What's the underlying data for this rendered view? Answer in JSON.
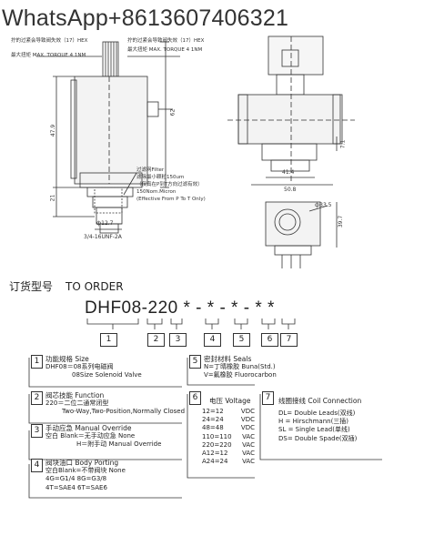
{
  "watermark": "WhatsApp+8613607406321",
  "drawing": {
    "callout_left": [
      "拧的过紧会导致阀失效（17）HEX",
      "最大扭矩 MAX. TORQUE 4 1NM"
    ],
    "callout_right": [
      "拧的过紧会导致阀失效（17）HEX",
      "最大扭矩 MAX. TORQUE 4 1NM"
    ],
    "filter_note": [
      "过滤网Filter",
      "滤除最小颗粒150um",
      "（仅真在P到T方向过滤有效）",
      "150Nom.Micron",
      "(Effective From P To T Only)"
    ],
    "dim_47_9": "47.9",
    "dim_62": "62",
    "dim_21": "21",
    "dim_d12_7": "ф12.7",
    "thread": "3/4-16UNF-2A",
    "dim_41_4": "41.4",
    "dim_50_8": "50.8",
    "dim_7_1": "7.1",
    "dim_d33_5": "ф33.5",
    "dim_39_7": "39.7"
  },
  "order": {
    "title_cn": "订货型号",
    "title_en": "TO ORDER",
    "code": "DHF08-220 * - * - * - * *",
    "boxes": [
      "1",
      "2",
      "3",
      "4",
      "5",
      "6",
      "7"
    ]
  },
  "sections": {
    "s1": {
      "num": "1",
      "title": "功能规格 Size",
      "lines": [
        "DHF08＝08系列电磁阀",
        "08Size Solenoid Valve"
      ]
    },
    "s2": {
      "num": "2",
      "title": "阀芯技能 Function",
      "lines": [
        "220＝二位二通常闭型",
        "Two-Way,Two-Position,Normally Closed"
      ]
    },
    "s3": {
      "num": "3",
      "title": "手动应急 Manual Override",
      "lines": [
        "空白 Blank＝无手动应急 None",
        "H＝附手动 Manual Override"
      ]
    },
    "s4": {
      "num": "4",
      "title": "阀块油口 Body Porting",
      "lines": [
        "空白Blank=不带阀块 None",
        "4G=G1/4  8G=G3/8",
        "4T=SAE4  6T=SAE6"
      ]
    },
    "s5": {
      "num": "5",
      "title": "密封材料 Seals",
      "lines": [
        "N=丁晴橡胶 Buna(Std.)",
        "V=氟橡胶 Fluorocarbon"
      ]
    },
    "s6": {
      "num": "6",
      "title": "电压 Voltage",
      "rows": [
        [
          "12=12",
          "VDC"
        ],
        [
          "24=24",
          "VDC"
        ],
        [
          "48=48",
          "VDC"
        ],
        [
          "110=110",
          "VAC"
        ],
        [
          "220=220",
          "VAC"
        ],
        [
          "A12=12",
          "VAC"
        ],
        [
          "A24=24",
          "VAC"
        ]
      ]
    },
    "s7": {
      "num": "7",
      "title": "线圈接线 Coil Connection",
      "lines": [
        "DL= Double Leads(双线)",
        "H = Hirschmann(三插)",
        "SL = Single Lead(单线)",
        "DS= Double Spade(双插)"
      ]
    }
  }
}
